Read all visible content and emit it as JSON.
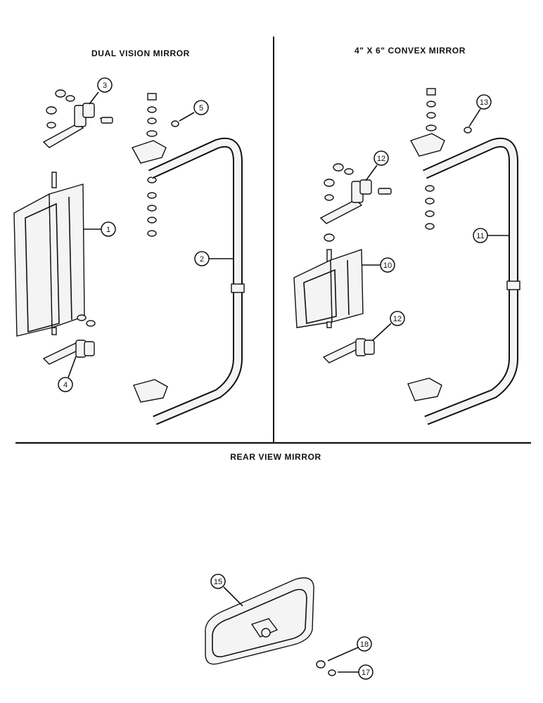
{
  "sections": {
    "dual_vision": {
      "title": "DUAL VISION MIRROR"
    },
    "convex": {
      "title": "4\" X 6\" CONVEX MIRROR"
    },
    "rear_view": {
      "title": "REAR VIEW MIRROR"
    }
  },
  "callouts": [
    "3",
    "5",
    "1",
    "2",
    "4",
    "12",
    "13",
    "11",
    "10",
    "12",
    "15",
    "18",
    "17"
  ]
}
